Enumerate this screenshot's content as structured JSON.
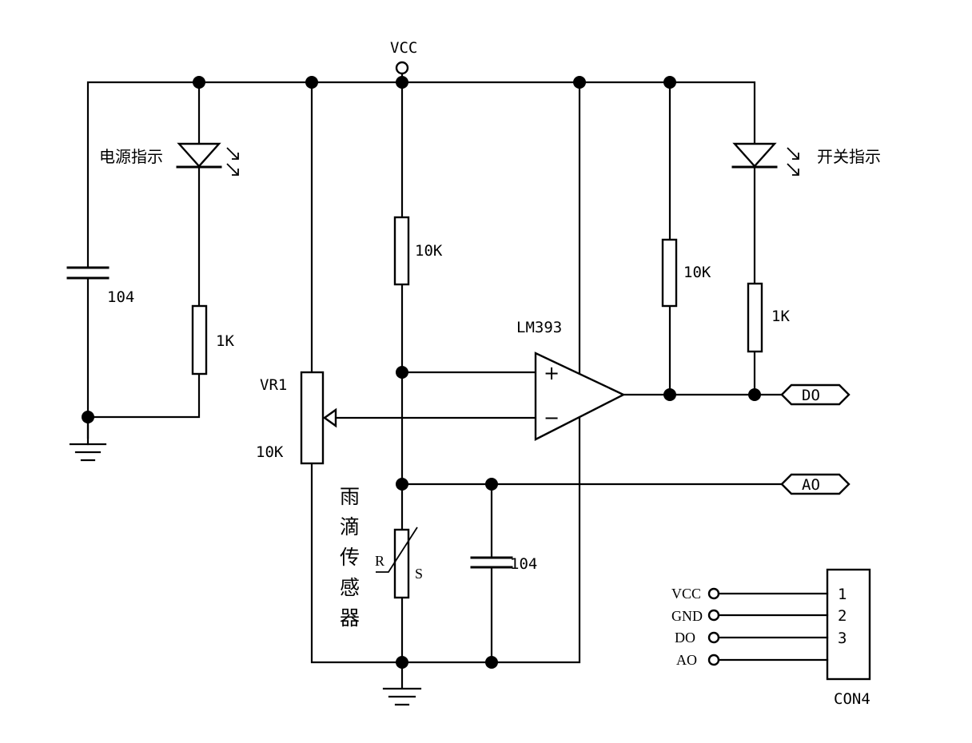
{
  "labels": {
    "vcc": "VCC",
    "power_led": "电源指示",
    "switch_led": "开关指示",
    "c1": "104",
    "r_led1": "1K",
    "r_pullup": "10K",
    "r_out": "10K",
    "r_led2": "1K",
    "opamp": "LM393",
    "vr_name": "VR1",
    "vr_value": "10K",
    "plus": "+",
    "minus": "−",
    "do_port": "DO",
    "ao_port": "AO",
    "sensor_r": "R",
    "sensor_s": "S",
    "sensor_title": [
      "雨",
      "滴",
      "传",
      "感",
      "器"
    ],
    "c2": "104",
    "connector": "CON4"
  },
  "connector_pins": [
    {
      "signal": "VCC",
      "number": "1"
    },
    {
      "signal": "GND",
      "number": "2"
    },
    {
      "signal": "DO",
      "number": "3"
    },
    {
      "signal": "AO",
      "number": ""
    }
  ]
}
